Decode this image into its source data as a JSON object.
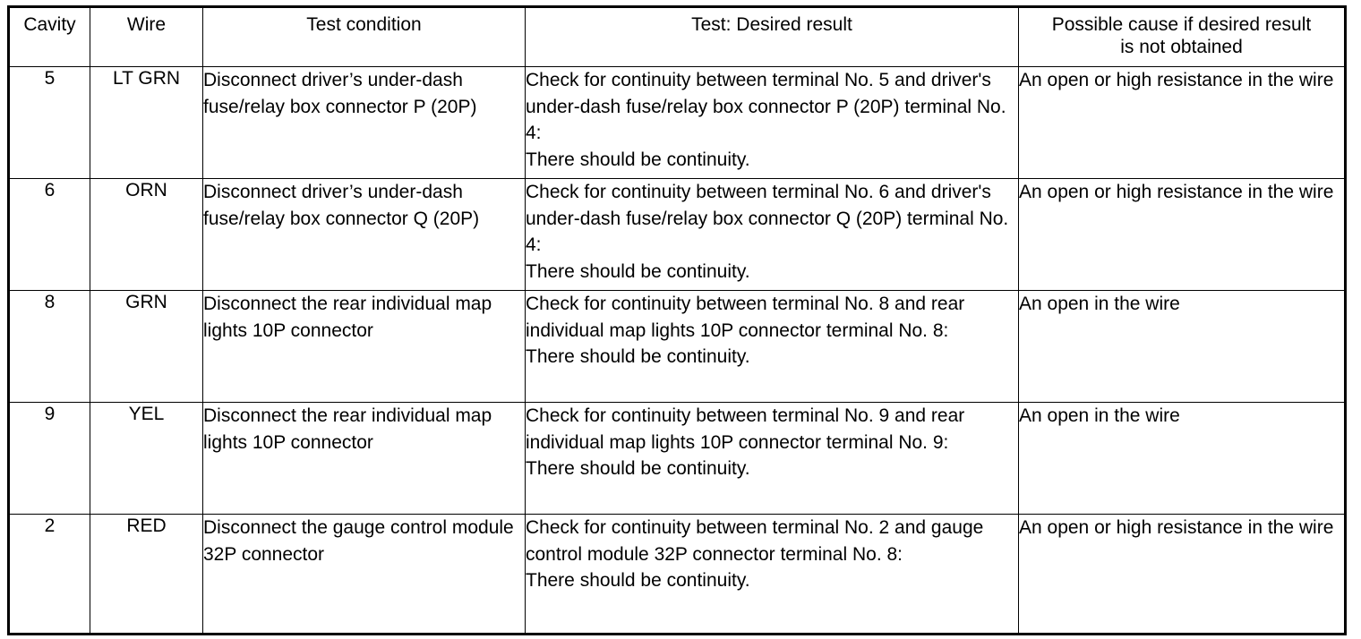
{
  "table": {
    "columns": [
      {
        "key": "cavity",
        "label": "Cavity"
      },
      {
        "key": "wire",
        "label": "Wire"
      },
      {
        "key": "test_condition",
        "label": "Test condition"
      },
      {
        "key": "test_desired_result",
        "label": "Test: Desired result"
      },
      {
        "key": "possible_cause",
        "label": "Possible cause if desired result\nis not obtained"
      }
    ],
    "rows": [
      {
        "cavity": "5",
        "wire": "LT GRN",
        "test_condition": "Disconnect driver’s under-dash fuse/relay box connector P (20P)",
        "test_desired_result": "Check for continuity between terminal No. 5 and driver's under-dash fuse/relay box connector P (20P) terminal No. 4:\nThere should be continuity.",
        "possible_cause": "An open or high resistance in the wire"
      },
      {
        "cavity": "6",
        "wire": "ORN",
        "test_condition": "Disconnect driver’s under-dash fuse/relay box connector Q (20P)",
        "test_desired_result": "Check for continuity between terminal No. 6 and driver's under-dash fuse/relay box connector Q (20P) terminal No. 4:\nThere should be continuity.",
        "possible_cause": "An open or high resistance in the wire"
      },
      {
        "cavity": "8",
        "wire": "GRN",
        "test_condition": "Disconnect the rear individual map lights 10P connector",
        "test_desired_result": "Check for continuity between terminal No. 8 and rear individual map lights 10P connector terminal No. 8:\nThere should be continuity.",
        "possible_cause": "An open in the wire"
      },
      {
        "cavity": "9",
        "wire": "YEL",
        "test_condition": "Disconnect the rear individual map lights 10P connector",
        "test_desired_result": "Check for continuity between terminal No. 9 and rear individual map lights 10P connector terminal No. 9:\nThere should be continuity.",
        "possible_cause": "An open in the wire"
      },
      {
        "cavity": "2",
        "wire": "RED",
        "test_condition": "Disconnect the gauge control module 32P connector",
        "test_desired_result": "Check for continuity between terminal No. 2 and gauge control module 32P connector terminal No. 8:\nThere should be continuity.",
        "possible_cause": "An open or high resistance in the wire"
      }
    ]
  }
}
